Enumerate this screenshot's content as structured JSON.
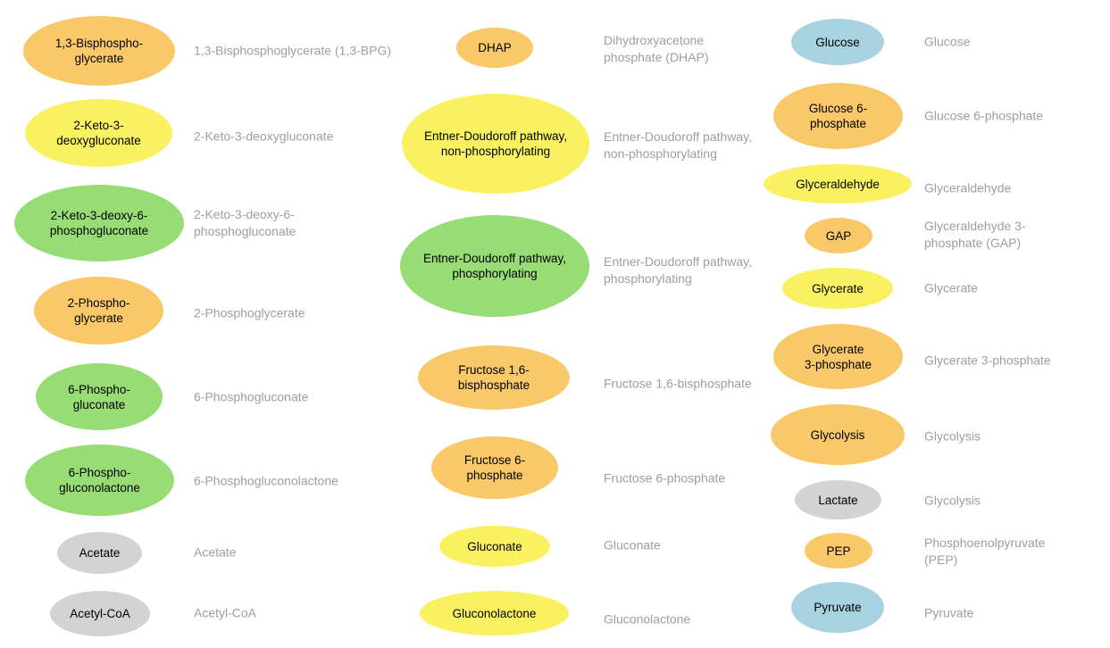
{
  "palette": {
    "orange": "#F9C868",
    "yellow": "#FAF160",
    "green": "#97DC74",
    "gray": "#D3D3D3",
    "blue": "#A9D2E1",
    "shape_text": "#000000",
    "label_text": "#9C9EA2",
    "background": "#FFFFFF"
  },
  "columns": [
    {
      "items": [
        {
          "shape_label": "1,3-Bisphospho-\nglycerate",
          "description": "1,3-Bisphosphoglycerate (1,3-BPG)",
          "color": "orange"
        },
        {
          "shape_label": "2-Keto-3-\ndeoxygluconate",
          "description": "2-Keto-3-deoxygluconate",
          "color": "yellow"
        },
        {
          "shape_label": "2-Keto-3-deoxy-6-\nphosphogluconate",
          "description": "2-Keto-3-deoxy-6-\nphosphogluconate",
          "color": "green"
        },
        {
          "shape_label": "2-Phospho-\nglycerate",
          "description": "2-Phosphoglycerate",
          "color": "orange"
        },
        {
          "shape_label": "6-Phospho-\ngluconate",
          "description": "6-Phosphogluconate",
          "color": "green"
        },
        {
          "shape_label": "6-Phospho-\ngluconolactone",
          "description": "6-Phosphogluconolactone",
          "color": "green"
        },
        {
          "shape_label": "Acetate",
          "description": "Acetate",
          "color": "gray"
        },
        {
          "shape_label": "Acetyl-CoA",
          "description": "Acetyl-CoA",
          "color": "gray"
        }
      ]
    },
    {
      "items": [
        {
          "shape_label": "DHAP",
          "description": "Dihydroxyacetone\nphosphate (DHAP)",
          "color": "orange"
        },
        {
          "shape_label": "Entner-Doudoroff pathway,\nnon-phosphorylating",
          "description": "Entner-Doudoroff pathway,\nnon-phosphorylating",
          "color": "yellow"
        },
        {
          "shape_label": "Entner-Doudoroff pathway,\nphosphorylating",
          "description": "Entner-Doudoroff pathway,\nphosphorylating",
          "color": "green"
        },
        {
          "shape_label": "Fructose 1,6-\nbisphosphate",
          "description": "Fructose 1,6-bisphosphate",
          "color": "orange"
        },
        {
          "shape_label": "Fructose 6-\nphosphate",
          "description": "Fructose 6-phosphate",
          "color": "orange"
        },
        {
          "shape_label": "Gluconate",
          "description": "Gluconate",
          "color": "yellow"
        },
        {
          "shape_label": "Gluconolactone",
          "description": "Gluconolactone",
          "color": "yellow"
        }
      ]
    },
    {
      "items": [
        {
          "shape_label": "Glucose",
          "description": "Glucose",
          "color": "blue"
        },
        {
          "shape_label": "Glucose 6-\nphosphate",
          "description": "Glucose 6-phosphate",
          "color": "orange"
        },
        {
          "shape_label": "Glyceraldehyde",
          "description": "Glyceraldehyde",
          "color": "yellow"
        },
        {
          "shape_label": "GAP",
          "description": "Glyceraldehyde 3-\nphosphate (GAP)",
          "color": "orange"
        },
        {
          "shape_label": "Glycerate",
          "description": "Glycerate",
          "color": "yellow"
        },
        {
          "shape_label": "Glycerate\n3-phosphate",
          "description": "Glycerate 3-phosphate",
          "color": "orange"
        },
        {
          "shape_label": "Glycolysis",
          "description": "Glycolysis",
          "color": "orange"
        },
        {
          "shape_label": "Lactate",
          "description": "Glycolysis",
          "color": "gray"
        },
        {
          "shape_label": "PEP",
          "description": "Phosphoenolpyruvate\n(PEP)",
          "color": "orange"
        },
        {
          "shape_label": "Pyruvate",
          "description": "Pyruvate",
          "color": "blue"
        }
      ]
    }
  ]
}
